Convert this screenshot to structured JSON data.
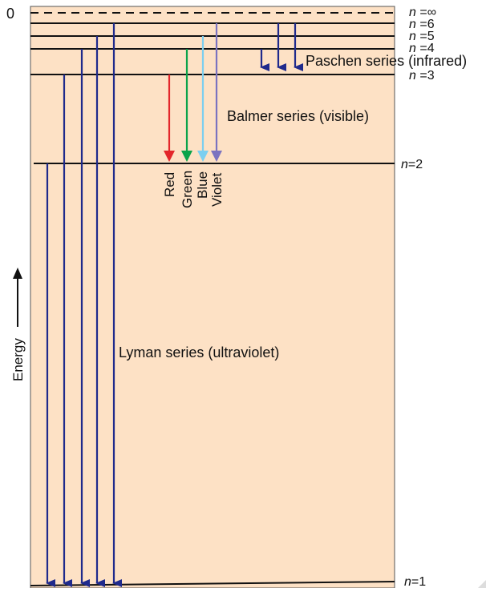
{
  "levels": [
    {
      "id": "inf",
      "label_n": "n",
      "label_val": " =∞",
      "dashed": true
    },
    {
      "id": "6",
      "label_n": "n",
      "label_val": " =6",
      "dashed": false
    },
    {
      "id": "5",
      "label_n": "n",
      "label_val": " =5",
      "dashed": false
    },
    {
      "id": "4",
      "label_n": "n",
      "label_val": " =4",
      "dashed": false
    },
    {
      "id": "3",
      "label_n": "n",
      "label_val": " =3",
      "dashed": false
    },
    {
      "id": "2",
      "label_n": "n",
      "label_val": "=2",
      "dashed": false
    },
    {
      "id": "1",
      "label_n": "n",
      "label_val": "=1",
      "dashed": false
    }
  ],
  "zero_label": "0",
  "energy_axis_label": "Energy",
  "series": {
    "lyman": "Lyman series (ultraviolet)",
    "balmer": "Balmer series (visible)",
    "paschen": "Paschen series (infrared)"
  },
  "balmer_colors": [
    "Red",
    "Green",
    "Blue",
    "Violet"
  ],
  "colors": {
    "background": "#FDE1C5",
    "level_line": "#111111",
    "lyman_arrow": "#1F2A8C",
    "paschen_arrow": "#1F2A8C",
    "red": "#E3262B",
    "green": "#0BA34A",
    "blue": "#7CCFF0",
    "violet": "#7B73C0"
  }
}
